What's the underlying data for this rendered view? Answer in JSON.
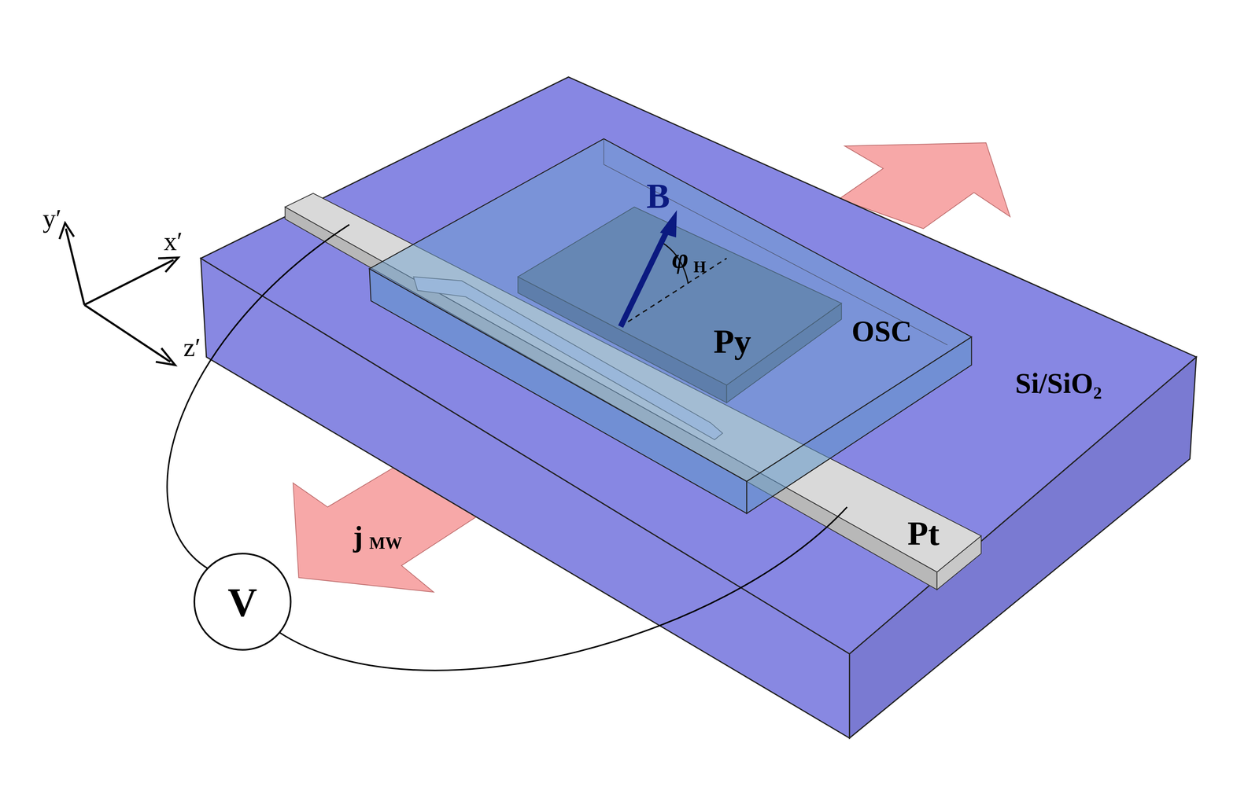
{
  "diagram": {
    "nodes": [
      {
        "text": [
          "Si/SiO₂"
        ]
      },
      {
        "text": [
          "OSC"
        ],
        "in": 0
      },
      {
        "text": [
          "Py"
        ],
        "in": 1
      },
      {
        "text": [
          "Pt"
        ],
        "in": 0
      },
      {
        "text": [
          "V"
        ]
      }
    ],
    "edges": [
      {
        "from": 3,
        "to": 4,
        "arrow": "none"
      },
      {
        "from": 3,
        "to": 4,
        "arrow": "none"
      }
    ],
    "labels": [
      "B",
      "φ",
      "H",
      "y′",
      "x′",
      "z′",
      "j",
      "MW"
    ]
  }
}
